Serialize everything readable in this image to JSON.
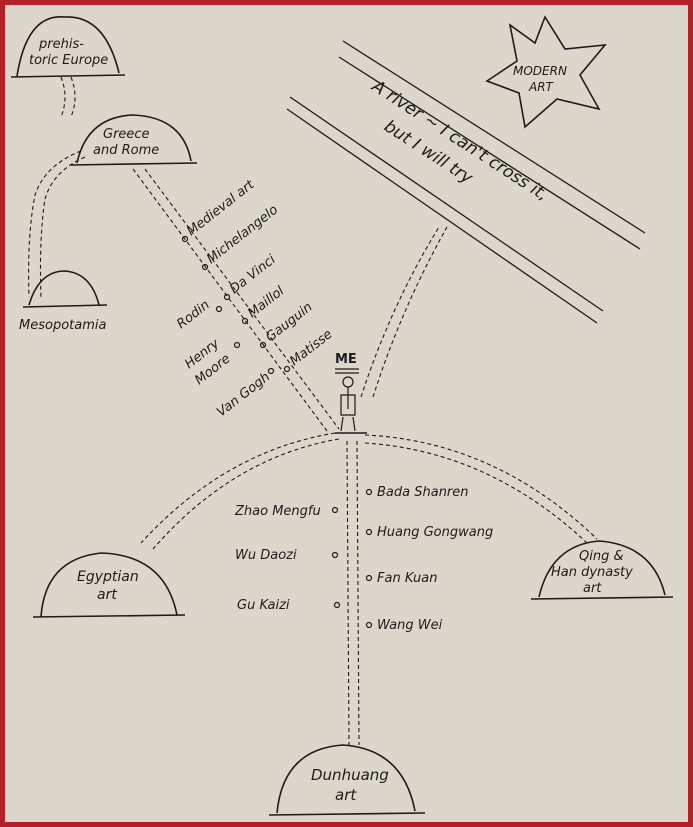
{
  "places": {
    "prehistoric_europe": [
      "prehis-",
      "toric Europe"
    ],
    "greece_rome": [
      "Greece",
      "and Rome"
    ],
    "mesopotamia": "Mesopotamia",
    "modern_art": [
      "MODERN",
      "ART"
    ],
    "egyptian": [
      "Egyptian",
      "art"
    ],
    "qing_han": [
      "Qing &",
      "Han dynasty",
      "art"
    ],
    "dunhuang": [
      "Dunhuang",
      "art"
    ]
  },
  "river": [
    "A river ~ I can't cross it,",
    "but I will try"
  ],
  "me_label": "ME",
  "western_artists": {
    "right": [
      "Medieval art",
      "Michelangelo",
      "Da Vinci",
      "Maillol",
      "Gauguin",
      "Matisse"
    ],
    "left": [
      "Rodin",
      "Henry",
      "Moore",
      "Van Gogh"
    ]
  },
  "chinese_artists": {
    "left": [
      "Zhao Mengfu",
      "Wu Daozi",
      "Gu Kaizi"
    ],
    "right": [
      "Bada Shanren",
      "Huang Gongwang",
      "Fan Kuan",
      "Wang Wei"
    ]
  }
}
